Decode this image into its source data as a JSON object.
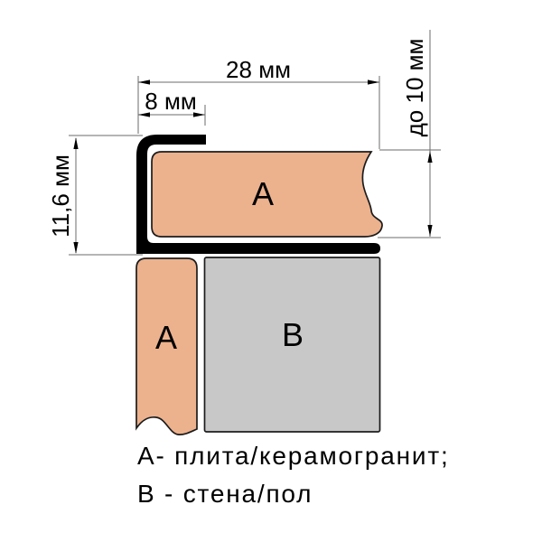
{
  "diagram": {
    "title": "tile-edge-profile-cross-section",
    "dims": {
      "total_width": "28 мм",
      "flange_width": "8 мм",
      "profile_height": "11,6 мм",
      "tile_thickness": "до 10 мм"
    },
    "labels": {
      "tile_horizontal": "А",
      "tile_vertical": "А",
      "wall": "В"
    },
    "legend": {
      "line_a": "А- плита/керамогранит;",
      "line_b": "В - стена/пол"
    },
    "colors": {
      "tile": "#ecb18d",
      "wall": "#c8c8c8",
      "profile": "#000000",
      "outline": "#1c1c1c",
      "dim_line": "#6b6b6b",
      "text": "#000000",
      "background": "#ffffff"
    }
  }
}
